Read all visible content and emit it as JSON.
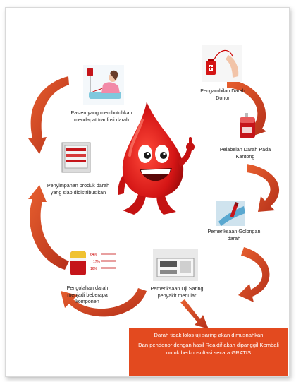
{
  "steps": [
    {
      "label": "Pengambilan Darah Donor"
    },
    {
      "label": "Pelabelan Darah Pada Kantong"
    },
    {
      "label": "Pemeriksaan Golongan darah"
    },
    {
      "label": "Pemeriksaan Uji Saring penyakit menular"
    },
    {
      "label": "Pengolahan darah menjadi beberapa komponen"
    },
    {
      "label": "Penyimpanan produk darah yang siap didistribusikan"
    },
    {
      "label": "Pasien yang membutuhkan mendapat tranfusi darah"
    }
  ],
  "note": {
    "line1": "Darah tidak lolos uji saring akan dimusnahkan",
    "line2": "Dan pendonor dengan hasil Reaktif akan dipanggil Kembali untuk berkonsultasi secara GRATIS"
  },
  "chart_img": {
    "p1": "64%",
    "p2": "17%",
    "p3": "16%"
  },
  "colors": {
    "arrow": "#d9451e",
    "note_bg": "#e34a1f",
    "blood": "#d41515"
  }
}
